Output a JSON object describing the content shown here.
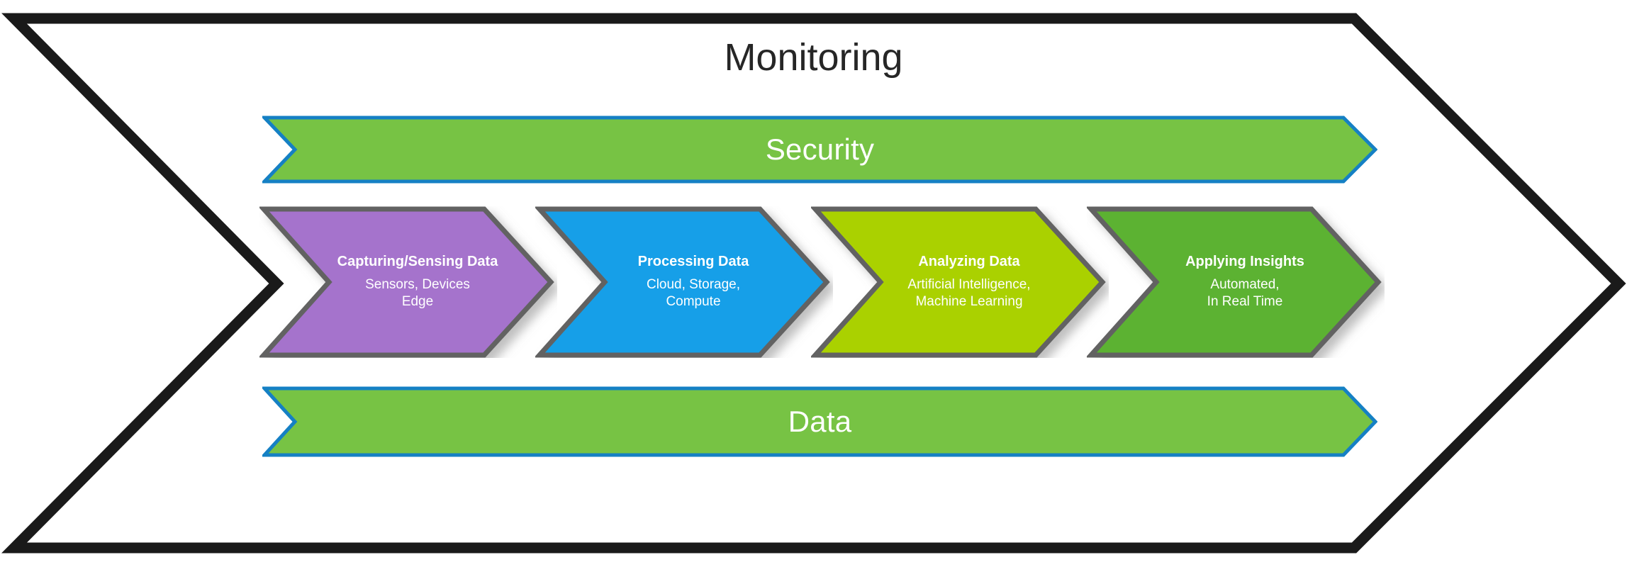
{
  "diagram": {
    "title": "Monitoring",
    "type": "chevron-process-flow",
    "background_color": "#FFFFFF",
    "outline": {
      "name": "monitoring-outer-chevron",
      "stroke_color": "#1A1A1A",
      "stroke_width": 14
    },
    "bands": [
      {
        "id": "security",
        "label": "Security",
        "fill_color": "#77C344",
        "stroke_color": "#1580C4",
        "text_color": "#FFFFFF"
      },
      {
        "id": "data",
        "label": "Data",
        "fill_color": "#77C344",
        "stroke_color": "#1580C4",
        "text_color": "#FFFFFF"
      }
    ],
    "stages": [
      {
        "id": "capturing-sensing-data",
        "title": "Capturing/Sensing Data",
        "subtitle_lines": [
          "Sensors, Devices",
          "Edge"
        ],
        "fill_color": "#A573CC",
        "stroke_color": "#626262",
        "text_color": "#FFFFFF"
      },
      {
        "id": "processing-data",
        "title": "Processing Data",
        "subtitle_lines": [
          "Cloud, Storage,",
          "Compute"
        ],
        "fill_color": "#139FE8",
        "stroke_color": "#626262",
        "text_color": "#FFFFFF"
      },
      {
        "id": "analyzing-data",
        "title": "Analyzing Data",
        "subtitle_lines": [
          "Artificial Intelligence,",
          "Machine Learning"
        ],
        "fill_color": "#AAD100",
        "stroke_color": "#626262",
        "text_color": "#FFFFFF"
      },
      {
        "id": "applying-insights",
        "title": "Applying Insights",
        "subtitle_lines": [
          "Automated,",
          "In Real Time"
        ],
        "fill_color": "#5CB231",
        "stroke_color": "#626262",
        "text_color": "#FFFFFF"
      }
    ]
  }
}
